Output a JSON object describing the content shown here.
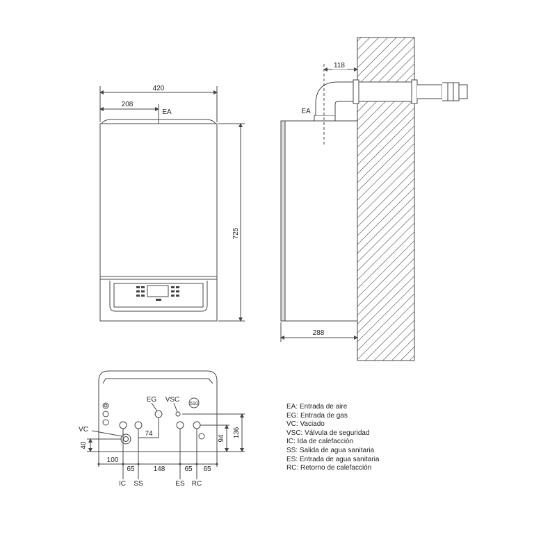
{
  "front_view": {
    "dim_width": "420",
    "dim_offset": "208",
    "dim_height": "725",
    "label_ea": "EA"
  },
  "side_view": {
    "dim_flue": "118",
    "dim_depth": "288",
    "label_ea": "EA"
  },
  "bottom_view": {
    "labels": {
      "eg": "EG",
      "vsc": "VSC",
      "vc": "VC",
      "ic": "IC",
      "ss": "SS",
      "es": "ES",
      "rc": "RC"
    },
    "dims": {
      "d100": "100",
      "d65a": "65",
      "d148": "148",
      "d65b": "65",
      "d65c": "65",
      "d74": "74",
      "d40": "40",
      "d94": "94",
      "d136": "136"
    },
    "valve_label": "510"
  },
  "legend": [
    "EA: Entrada de aire",
    "EG: Entrada de gas",
    "VC: Vaciado",
    "VSC: Válvula de seguridad",
    "IC: Ida de calefacción",
    "SS: Salida de agua sanitaria",
    "ES: Entrada de agua sanitaria",
    "RC: Retorno de calefacción"
  ]
}
